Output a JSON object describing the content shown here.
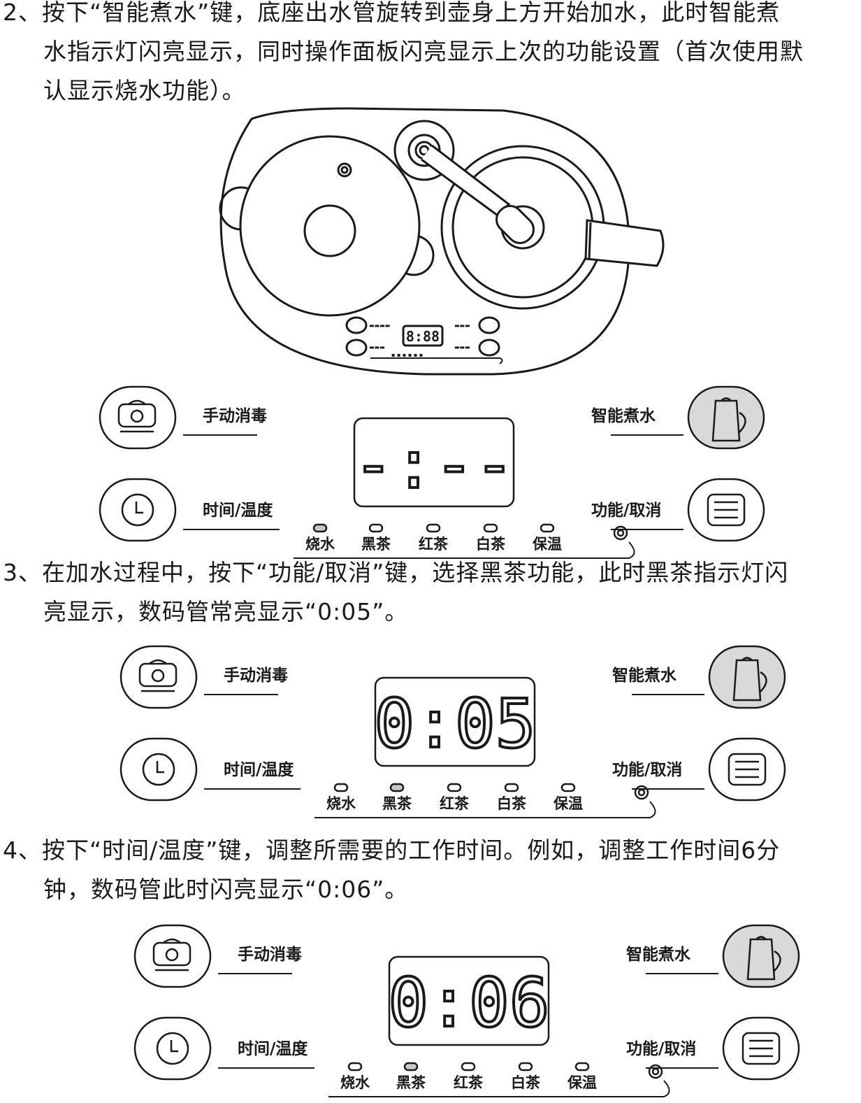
{
  "steps": [
    {
      "lines": [
        "2、按下“智能煮水”键，底座出水管旋转到壶身上方开始加水，此时智能煮",
        "水指示灯闪亮显示，同时操作面板闪亮显示上次的功能设置（首次使用默",
        "认显示烧水功能）。"
      ]
    },
    {
      "lines": [
        "3、在加水过程中，按下“功能/取消”键，选择黑茶功能，此时黑茶指示灯闪",
        "亮显示，数码管常亮显示“0:05”。"
      ]
    },
    {
      "lines": [
        "4、按下“时间/温度”键，调整所需要的工作时间。例如，调整工作时间6分",
        "钟，数码管此时闪亮显示“0:06”。"
      ]
    }
  ],
  "device_display": "8:88",
  "panel": {
    "disinfect_label": "手动消毒",
    "time_temp_label": "时间/温度",
    "smart_boil_label": "智能煮水",
    "func_cancel_label": "功能/取消",
    "indicators": [
      "烧水",
      "黑茶",
      "红茶",
      "白茶",
      "保温"
    ]
  },
  "panels": [
    {
      "display": "-:--",
      "active_indicator": "烧水"
    },
    {
      "display": "0:05",
      "active_indicator": "黑茶"
    },
    {
      "display": "0:06",
      "active_indicator": "黑茶"
    }
  ],
  "colors": {
    "ink": "#1a1a1a",
    "active_fill": "#d9d9d9",
    "indicator_active": "#c8c8c8"
  }
}
